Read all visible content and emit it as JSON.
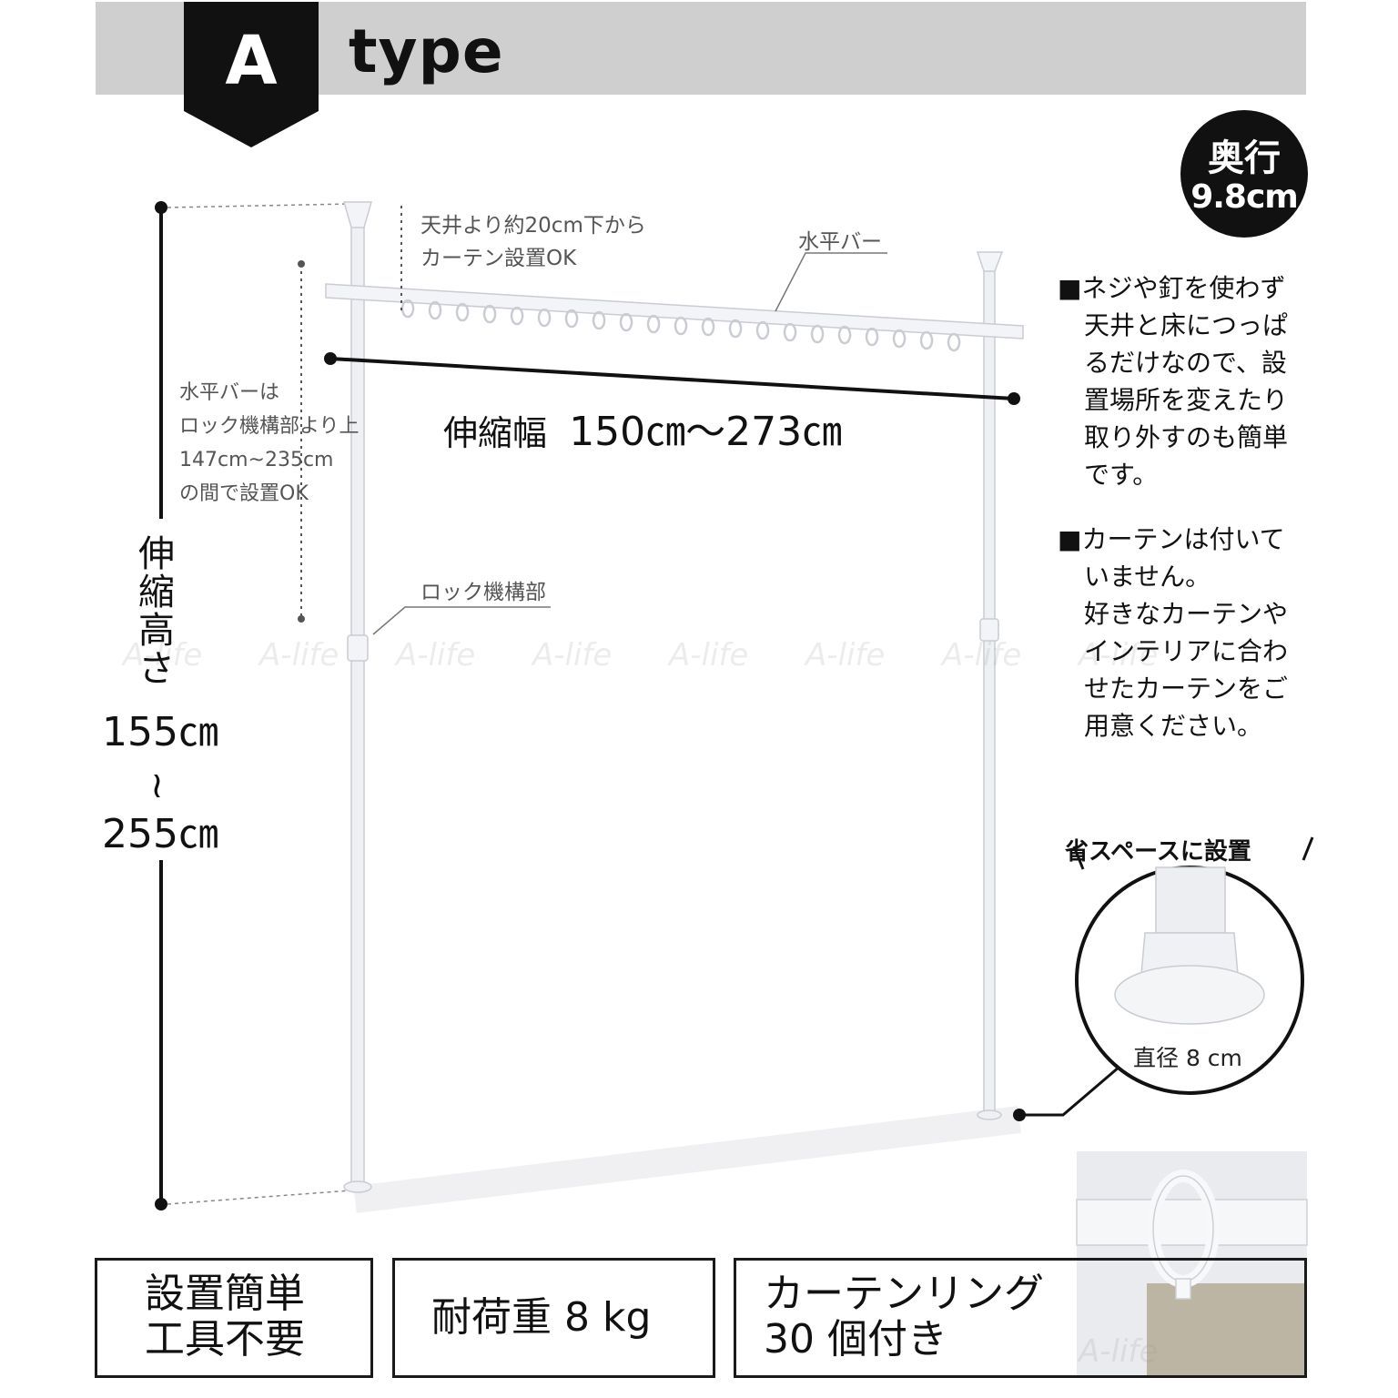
{
  "header": {
    "badge_letter": "A",
    "type_word": "type"
  },
  "depth_badge": {
    "line1": "奥行",
    "line2": "9.8cm"
  },
  "annotations": {
    "ceiling_note": [
      "天井より約20cm下から",
      "カーテン設置OK"
    ],
    "horizontal_bar": "水平バー",
    "bar_height_note": [
      "水平バーは",
      "ロック機構部より上",
      "147cm~235cm",
      "の間で設置OK"
    ],
    "lock_part": "ロック機構部"
  },
  "width": {
    "label": "伸縮幅",
    "range": "150㎝～273㎝"
  },
  "height": {
    "label_chars": [
      "伸",
      "縮",
      "高",
      "さ"
    ],
    "min": "155㎝",
    "wave": "≀",
    "max": "255㎝"
  },
  "side_notes": {
    "note1": [
      "■ネジや釘を使わず",
      "天井と床につっぱ",
      "るだけなので、設",
      "置場所を変えたり",
      "取り外すのも簡単",
      "です。"
    ],
    "note2": [
      "■カーテンは付いて",
      "いません。",
      "好きなカーテンや",
      "インテリアに合わ",
      "せたカーテンをご",
      "用意ください。"
    ]
  },
  "detail_circle": {
    "title": "省スペースに設置",
    "diameter": "直径 8 cm"
  },
  "features": {
    "box1": [
      "設置簡単",
      "工具不要"
    ],
    "box2": "耐荷重 8 kg",
    "box3": [
      "カーテンリング",
      "30 個付き"
    ]
  },
  "watermark": "A-life",
  "colors": {
    "header_bg": "#cfcfcf",
    "badge_bg": "#111111",
    "text": "#1a1a1a",
    "note_text": "#555555"
  }
}
